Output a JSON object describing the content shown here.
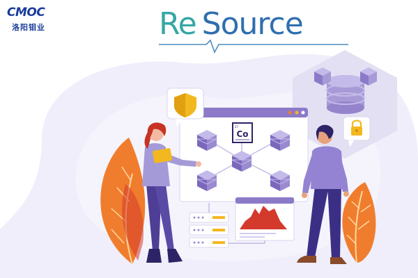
{
  "brand": {
    "logo_text": "CMOC",
    "logo_subtitle": "洛阳钼业",
    "logo_color": "#1a3a9c"
  },
  "headline": {
    "part_one": "Re",
    "part_two": "Source",
    "color_one": "#35a7a5",
    "color_two": "#2f6fb0"
  },
  "illustration": {
    "element_label": "Co",
    "icons": [
      "shield-icon",
      "padlock-icon",
      "database-icon",
      "cube-icon",
      "server-rack-icon",
      "mountain-chart-icon"
    ],
    "accent_colors": {
      "purple": "#8c7ac8",
      "orange": "#f07d2d",
      "red": "#d33a2c",
      "gold": "#f3b81f",
      "navy": "#2c2466"
    }
  }
}
